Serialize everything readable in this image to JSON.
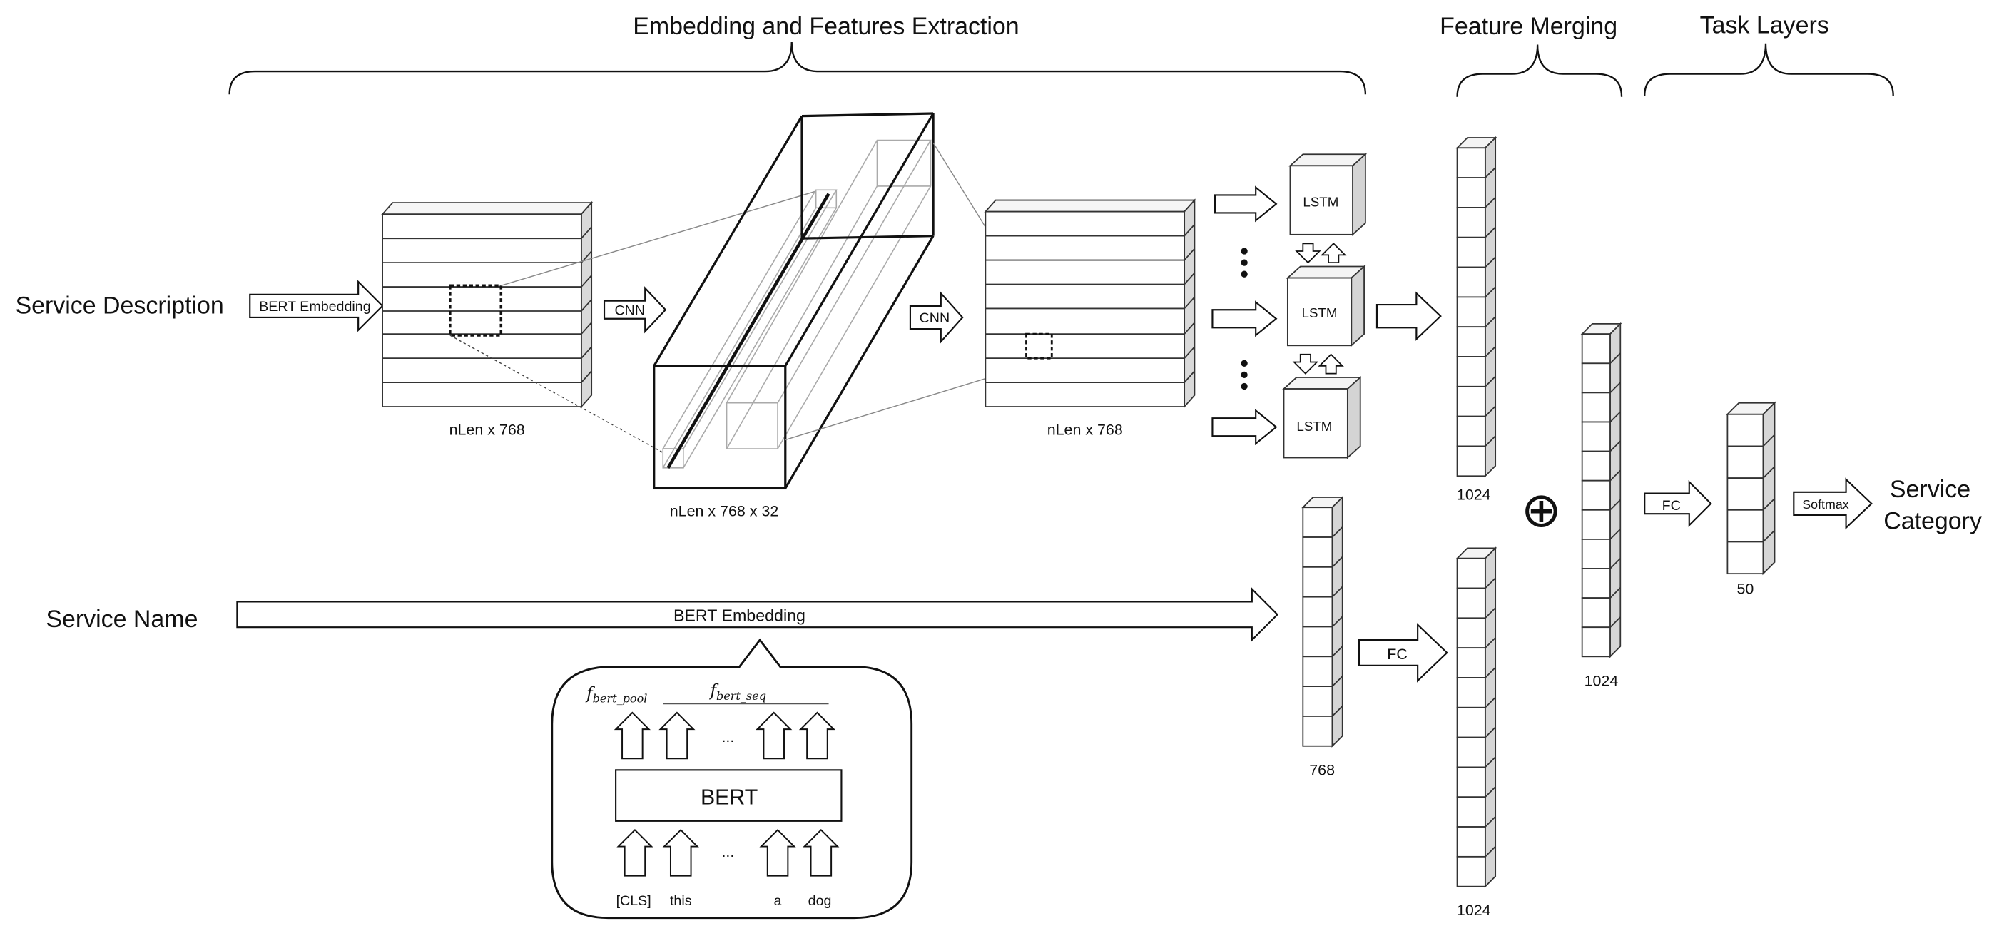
{
  "headers": {
    "embedding": "Embedding and Features Extraction",
    "merging": "Feature Merging",
    "task": "Task Layers"
  },
  "inputs": {
    "description": "Service Description",
    "name": "Service Name"
  },
  "output": {
    "line1": "Service",
    "line2": "Category"
  },
  "arrows": {
    "bert_embedding": "BERT Embedding",
    "cnn_1": "CNN",
    "cnn_2": "CNN",
    "fc_name": "FC",
    "fc_task": "FC",
    "softmax": "Softmax",
    "bert_embedding_name": "BERT Embedding"
  },
  "dims": {
    "embed_in": "nLen x 768",
    "conv_vol": "nLen x 768 x 32",
    "embed_out": "nLen x 768",
    "lstm_out": "1024",
    "name_vec": "768",
    "name_fc": "1024",
    "merged": "1024",
    "fc_out": "50"
  },
  "lstm": {
    "cell1": "LSTM",
    "cell2": "LSTM",
    "cell3": "LSTM"
  },
  "merge_symbol": "⊕",
  "bert_callout": {
    "pool_symbol": "f",
    "pool_subscript": "bert_pool",
    "seq_symbol": "f",
    "seq_subscript": "bert_seq",
    "ellipsis_top": "...",
    "model_label": "BERT",
    "ellipsis_bottom": "...",
    "tokens": [
      "[CLS]",
      "this",
      "a",
      "dog"
    ]
  }
}
